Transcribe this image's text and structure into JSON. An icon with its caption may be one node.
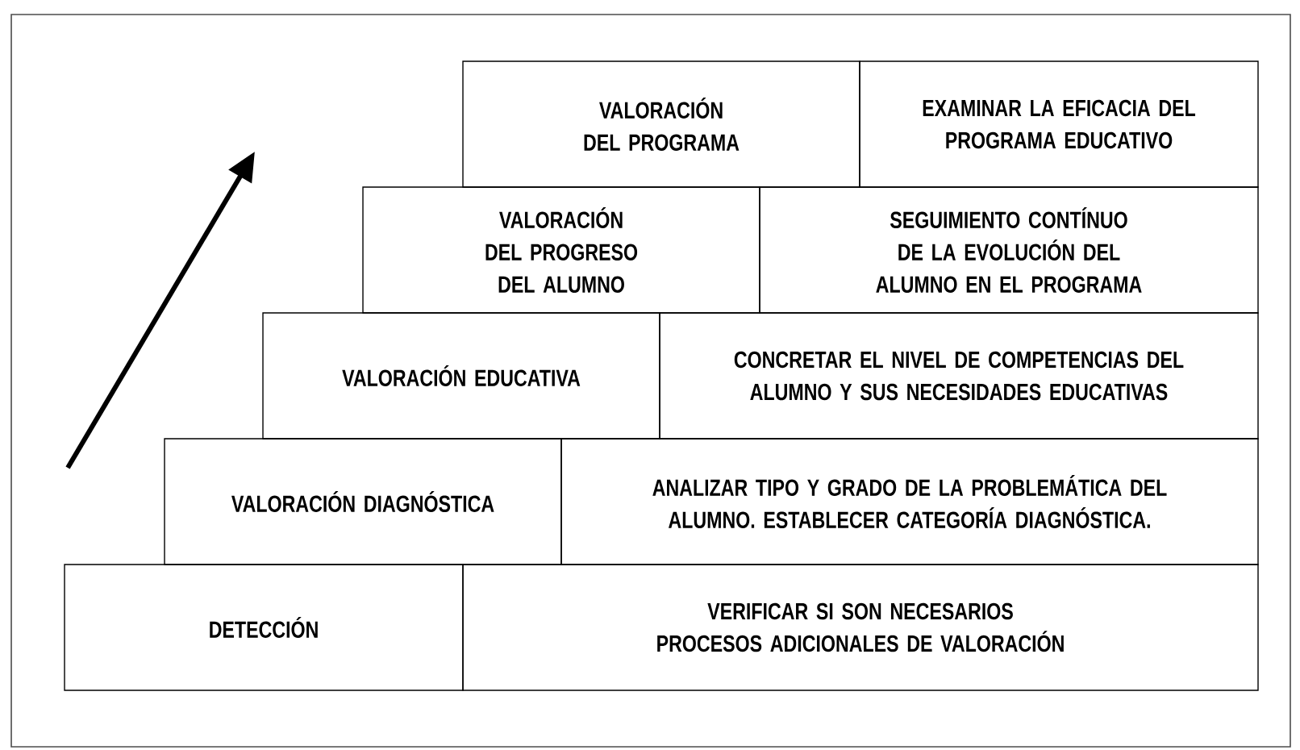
{
  "diagram": {
    "nodes": [
      {
        "text": [
          "VALORACIÓN DEL PROGRAMA"
        ]
      },
      {
        "text": [
          "EXAMINAR LA EFICACIA DEL PROGRAMA EDUCATIVO"
        ]
      },
      {
        "text": [
          "VALORACIÓN DEL PROGRESO DEL ALUMNO"
        ]
      },
      {
        "text": [
          "SEGUIMIENTO CONTÍNUO DE LA EVOLUCIÓN DEL ALUMNO EN EL PROGRAMA"
        ]
      },
      {
        "text": [
          "VALORACIÓN EDUCATIVA"
        ]
      },
      {
        "text": [
          "CONCRETAR EL NIVEL DE COMPETENCIAS DEL ALUMNO Y SUS NECESIDADES EDUCATIVAS"
        ]
      },
      {
        "text": [
          "VALORACIÓN DIAGNÓSTICA"
        ]
      },
      {
        "text": [
          "ANALIZAR TIPO Y GRADO DE LA PROBLEMÁTICA DEL ALUMNO. ESTABLECER CATEGORÍA DIAGNÓSTICA."
        ]
      },
      {
        "text": [
          "DETECCIÓN"
        ]
      },
      {
        "text": [
          "VERIFICAR SI SON NECESARIOS PROCESOS ADICIONALES DE VALORACIÓN"
        ]
      }
    ]
  }
}
